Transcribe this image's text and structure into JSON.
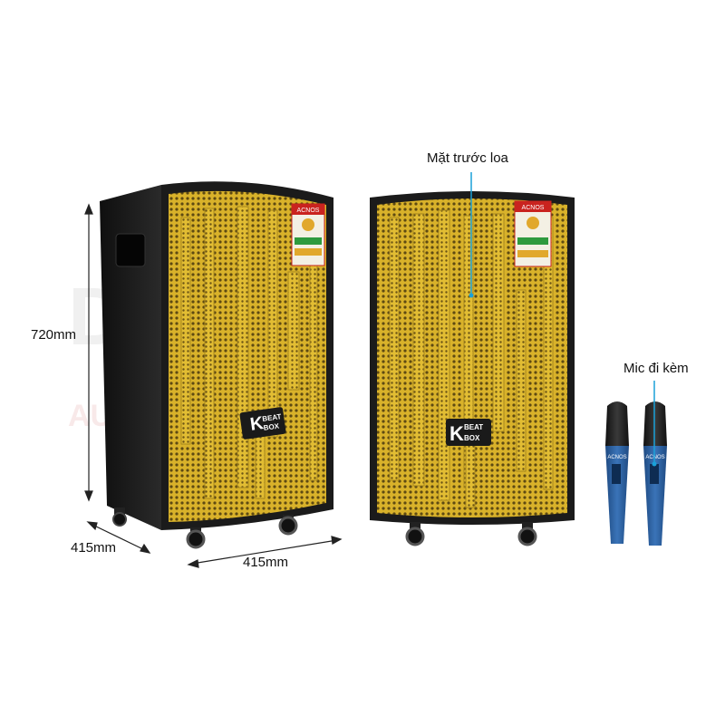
{
  "dimensions": {
    "height_label": "720mm",
    "depth_label": "415mm",
    "width_label": "415mm"
  },
  "callouts": {
    "front_label": "Mặt trước loa",
    "mic_label": "Mic đi kèm"
  },
  "brand": {
    "speaker_logo_line1": "BEAT",
    "speaker_logo_line2": "BOX",
    "speaker_logo_k": "K",
    "badge_brand": "ACNOS",
    "mic_brand": "ACNOS"
  },
  "colors": {
    "grille_gold": "#d9b22a",
    "grille_dark": "#6b5414",
    "cabinet_black": "#1b1b1b",
    "mic_blue": "#2a5d9c",
    "callout_blue": "#1aa0d8",
    "badge_red": "#c9231f",
    "badge_green": "#2e9a3e"
  }
}
